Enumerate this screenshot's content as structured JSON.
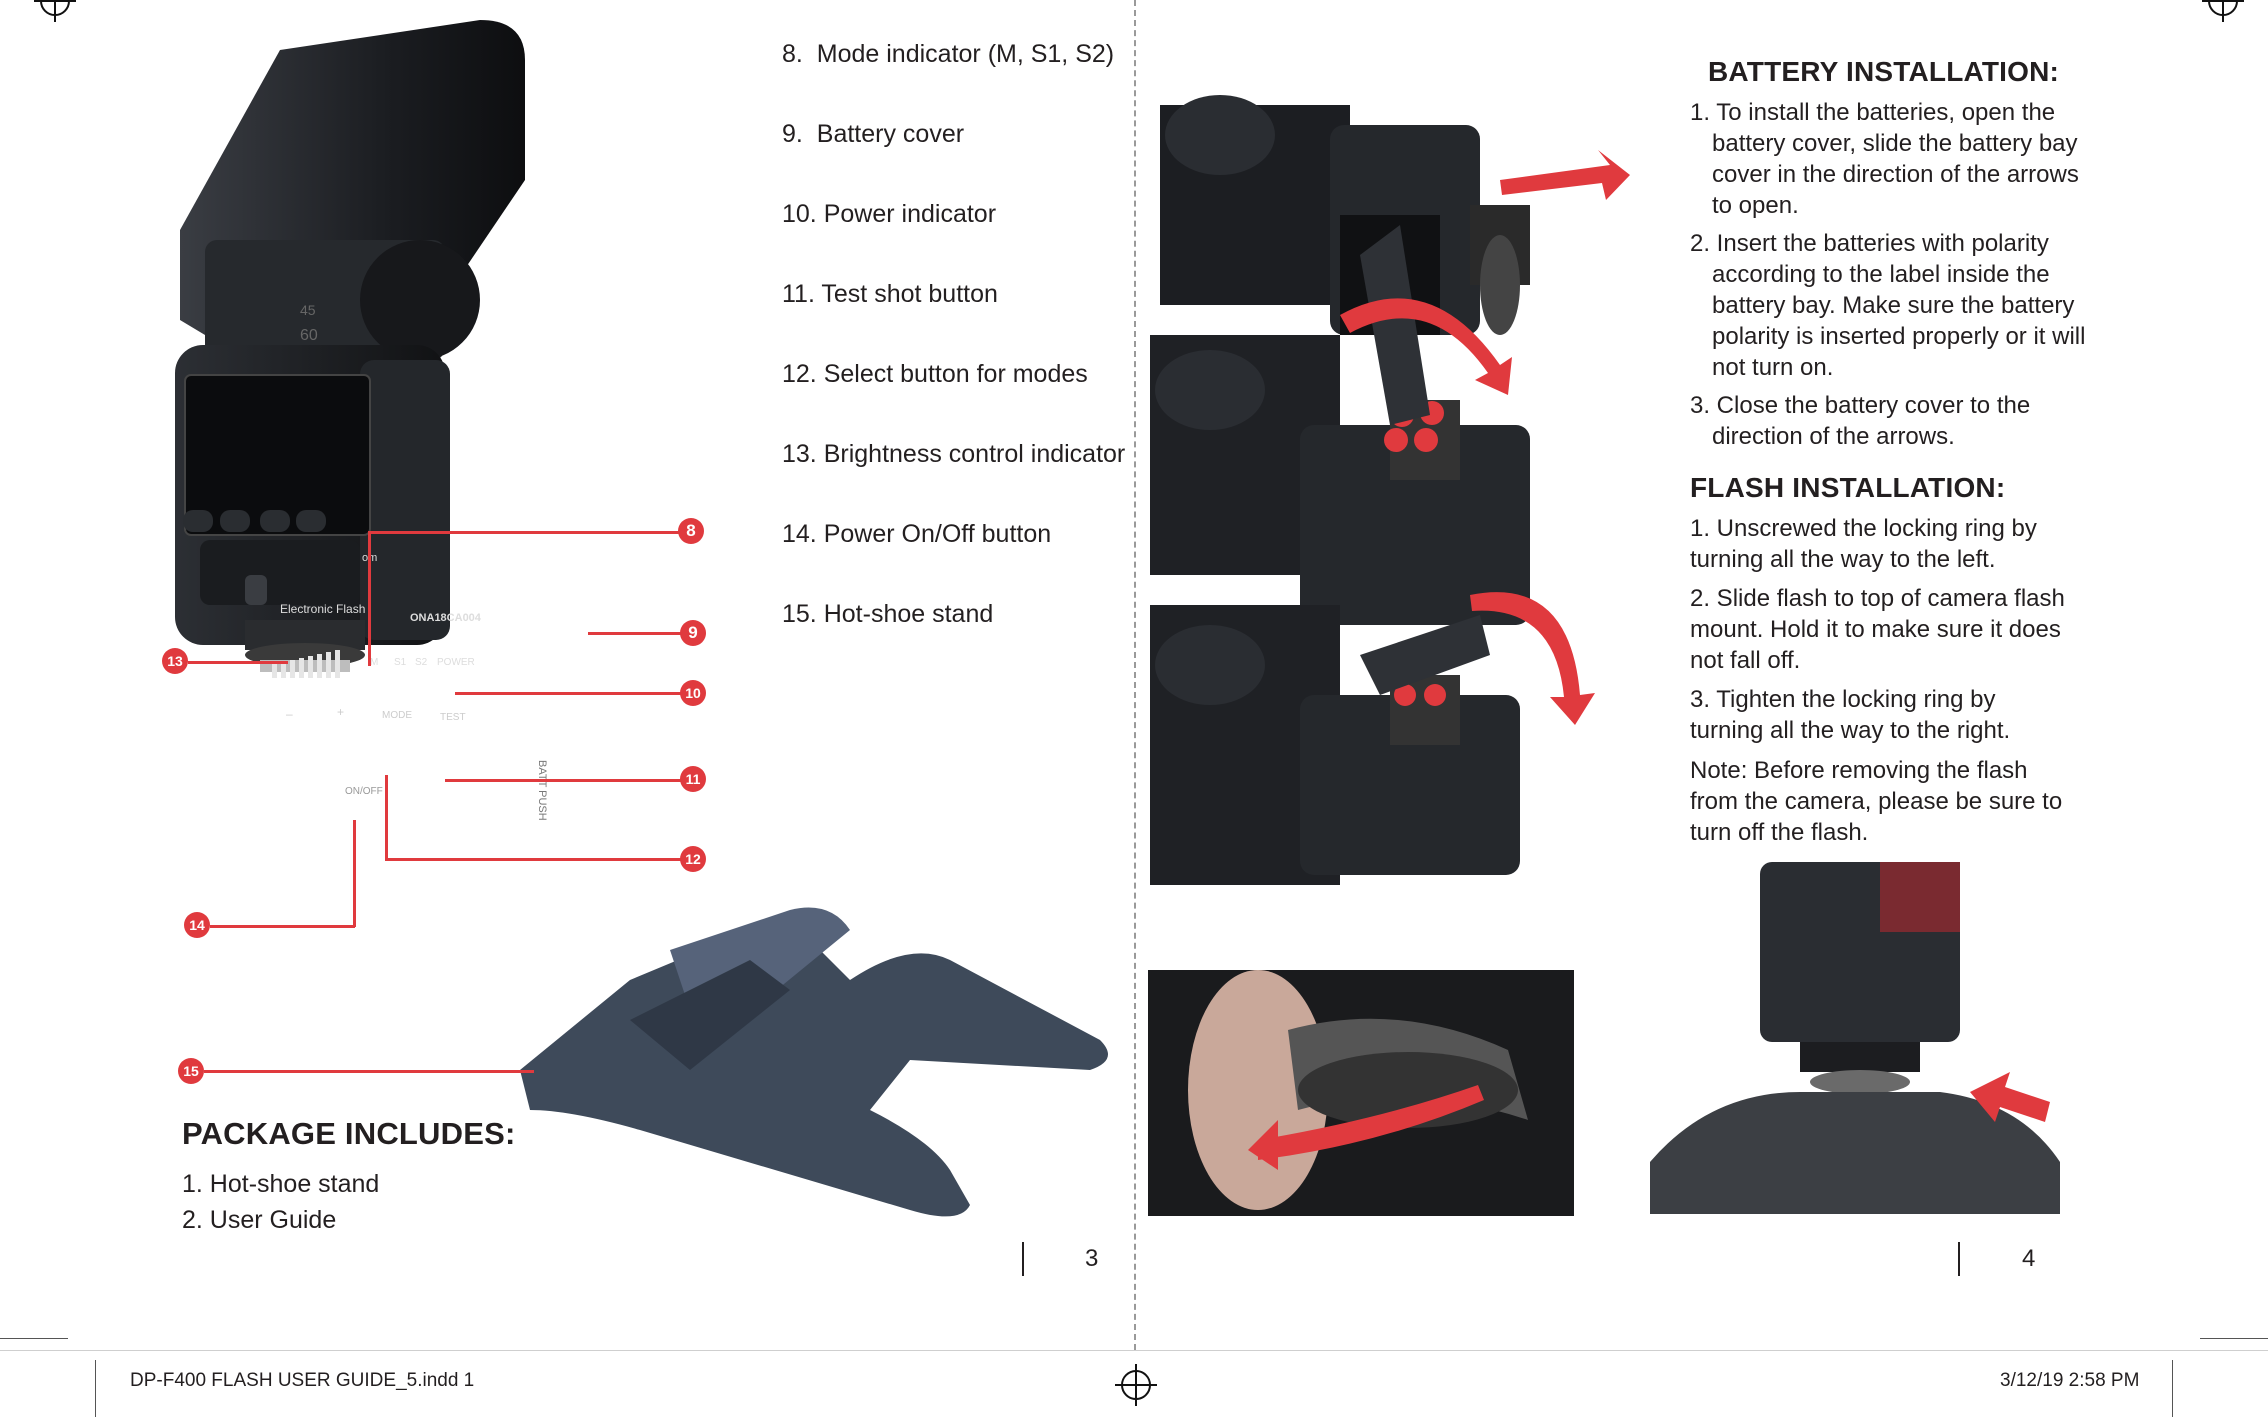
{
  "left_page": {
    "legend": [
      {
        "num": "8.",
        "label": "Mode indicator (M, S1, S2)"
      },
      {
        "num": "9.",
        "label": "Battery cover"
      },
      {
        "num": "10.",
        "label": "Power indicator"
      },
      {
        "num": "11.",
        "label": "Test shot button"
      },
      {
        "num": "12.",
        "label": "Select button for modes"
      },
      {
        "num": "13.",
        "label": "Brightness control indicator"
      },
      {
        "num": "14.",
        "label": "Power On/Off button"
      },
      {
        "num": "15.",
        "label": "Hot-shoe stand"
      }
    ],
    "callouts": [
      "8",
      "9",
      "10",
      "11",
      "12",
      "13",
      "14",
      "15"
    ],
    "flash_panel": {
      "brand": "om",
      "title": "Electronic Flash",
      "model": "ONA18CA004",
      "modes": [
        "M",
        "S1",
        "S2",
        "POWER"
      ],
      "buttons": [
        "–",
        "+",
        "MODE",
        "TEST"
      ],
      "side_text": "BATT PUSH",
      "switch_text": "ON/OFF"
    },
    "package_heading": "PACKAGE INCLUDES:",
    "package_items": [
      "1.  Hot-shoe stand",
      "2.  User Guide"
    ],
    "page_number": "3"
  },
  "right_page": {
    "battery_heading": "BATTERY INSTALLATION:",
    "battery_steps": [
      "1. To install the batteries, open the battery cover, slide the battery bay cover in the direction of the arrows to open.",
      "2. Insert the batteries with polarity according to the label inside the battery bay. Make sure the battery polarity is inserted properly or it will not turn on.",
      "3. Close the battery cover to the direction of the arrows."
    ],
    "flash_heading": "FLASH INSTALLATION:",
    "flash_steps": [
      "1. Unscrewed the locking ring by turning all the way to the left.",
      "2. Slide flash to top of camera flash mount. Hold it to make sure it does not fall off.",
      "3. Tighten the locking ring by turning all the way to the right.",
      "Note: Before removing the flash from the camera, please be sure to turn off the flash."
    ],
    "page_number": "4"
  },
  "footer": {
    "file": "DP-F400 FLASH USER GUIDE_5.indd   1",
    "date": "3/12/19   2:58 PM"
  },
  "colors": {
    "accent_red": "#e03a3e",
    "flash_body": "#1e2024",
    "stand": "#3e4a5a"
  }
}
